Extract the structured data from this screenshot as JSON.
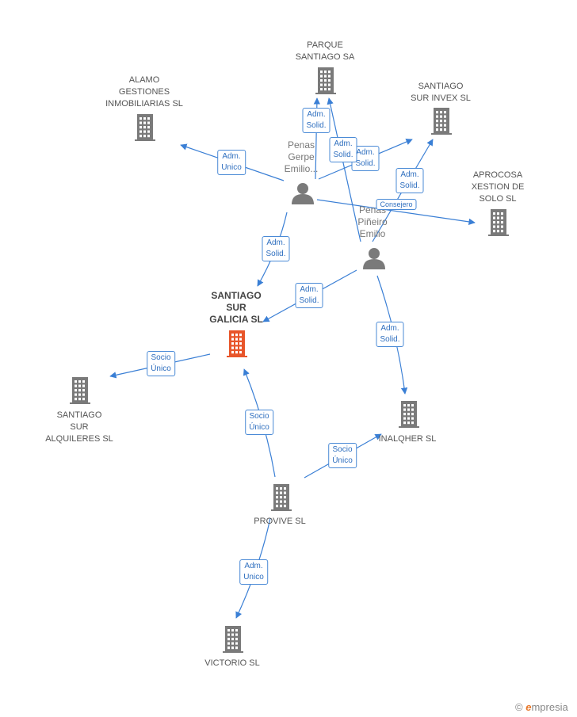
{
  "colors": {
    "edge": "#3a7fd5",
    "node": "#7a7a7a",
    "main_node": "#e8552a"
  },
  "companies": [
    {
      "id": "parque",
      "label": "PARQUE\nSANTIAGO SA"
    },
    {
      "id": "alamo",
      "label": "ALAMO\nGESTIONES\nINMOBILIARIAS SL"
    },
    {
      "id": "sur_invex",
      "label": "SANTIAGO\nSUR INVEX SL"
    },
    {
      "id": "aprocosa",
      "label": "APROCOSA\nXESTION DE\nSOLO SL"
    },
    {
      "id": "main",
      "label": "SANTIAGO\nSUR\nGALICIA SL"
    },
    {
      "id": "alquileres",
      "label": "SANTIAGO\nSUR\nALQUILERES SL"
    },
    {
      "id": "inalqher",
      "label": "INALQHER  SL"
    },
    {
      "id": "provive",
      "label": "PROVIVE SL"
    },
    {
      "id": "victorio",
      "label": "VICTORIO SL"
    }
  ],
  "persons": [
    {
      "id": "p1",
      "label": "Penas\nGerpe\nEmilio..."
    },
    {
      "id": "p2",
      "label": "Penas\nPiñeiro\nEmilio"
    }
  ],
  "edges": [
    {
      "id": "e1",
      "label": "Adm.\nUnico"
    },
    {
      "id": "e2",
      "label": "Adm.\nSolid."
    },
    {
      "id": "e3",
      "label": "Adm.\nSolid."
    },
    {
      "id": "e4",
      "label": "Adm.\nSolid."
    },
    {
      "id": "e5",
      "label": "Adm.\nSolid."
    },
    {
      "id": "e6",
      "label": "Adm.\nSolid."
    },
    {
      "id": "e7",
      "label": "Consejero"
    },
    {
      "id": "e8",
      "label": "Adm.\nSolid."
    },
    {
      "id": "e9",
      "label": "Adm.\nSolid."
    },
    {
      "id": "e10",
      "label": "Socio\nÚnico"
    },
    {
      "id": "e11",
      "label": "Socio\nÚnico"
    },
    {
      "id": "e12",
      "label": "Socio\nÚnico"
    },
    {
      "id": "e13",
      "label": "Adm.\nUnico"
    }
  ],
  "brand": {
    "copyright": "©",
    "initial": "e",
    "name": "mpresia"
  }
}
